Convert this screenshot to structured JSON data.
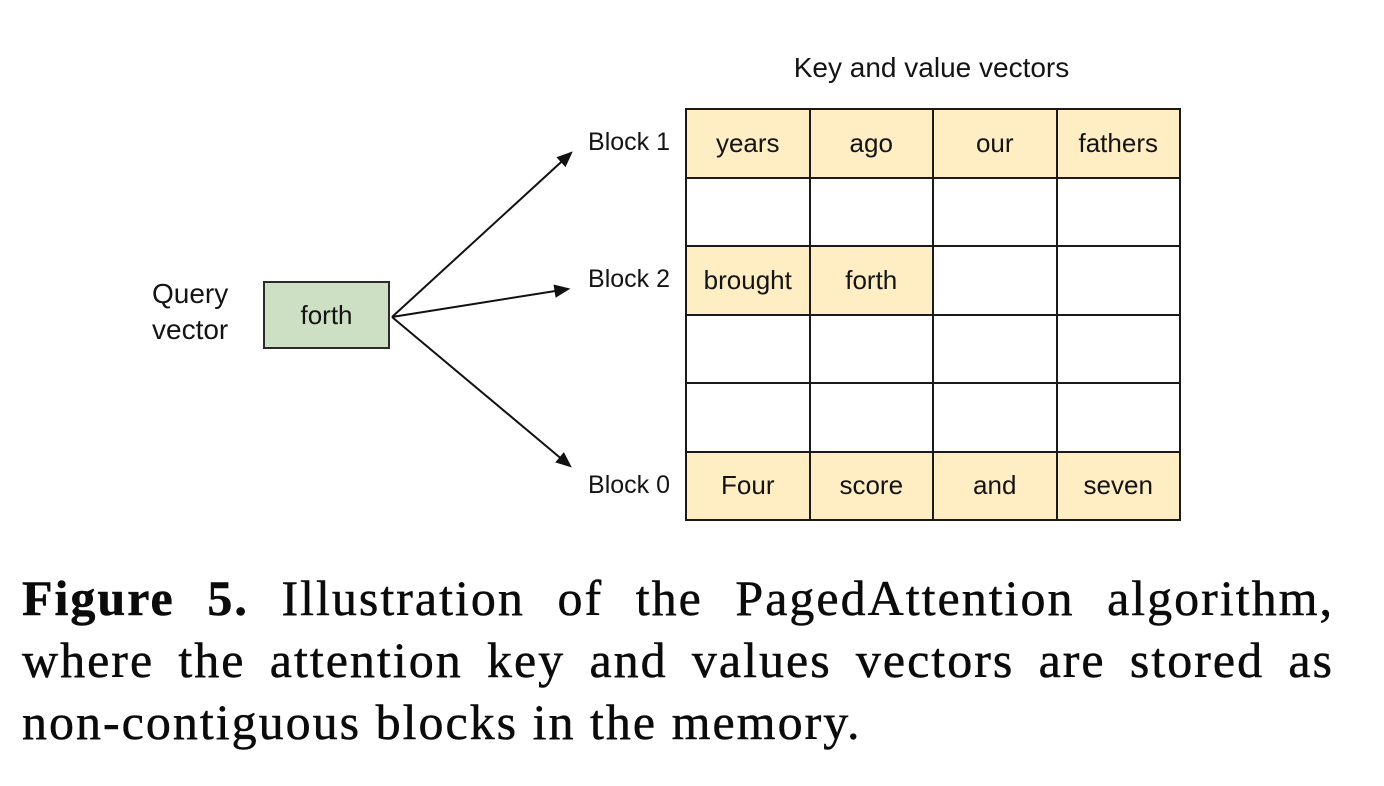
{
  "figure": {
    "title": "Key and value vectors",
    "query": {
      "label_line1": "Query",
      "label_line2": "vector",
      "box_text": "forth"
    },
    "block_labels": {
      "block1": "Block 1",
      "block2": "Block 2",
      "block0": "Block 0"
    },
    "table": {
      "columns": 4,
      "rows": [
        {
          "cells": [
            "years",
            "ago",
            "our",
            "fathers"
          ]
        },
        {
          "cells": [
            "",
            "",
            "",
            ""
          ]
        },
        {
          "cells": [
            "brought",
            "forth",
            "",
            ""
          ]
        },
        {
          "cells": [
            "",
            "",
            "",
            ""
          ]
        },
        {
          "cells": [
            "",
            "",
            "",
            ""
          ]
        },
        {
          "cells": [
            "Four",
            "score",
            "and",
            "seven"
          ]
        }
      ]
    },
    "colors": {
      "filled_cell": "#ffedc3",
      "query_box": "#cee0c4",
      "border": "#1a1a1a"
    }
  },
  "caption": {
    "label": "Figure 5.",
    "line1_rest": "Illustration of the PagedAttention algorithm,",
    "line2": "where the attention key and values vectors are stored as",
    "line3": "non-contiguous blocks in the memory."
  }
}
